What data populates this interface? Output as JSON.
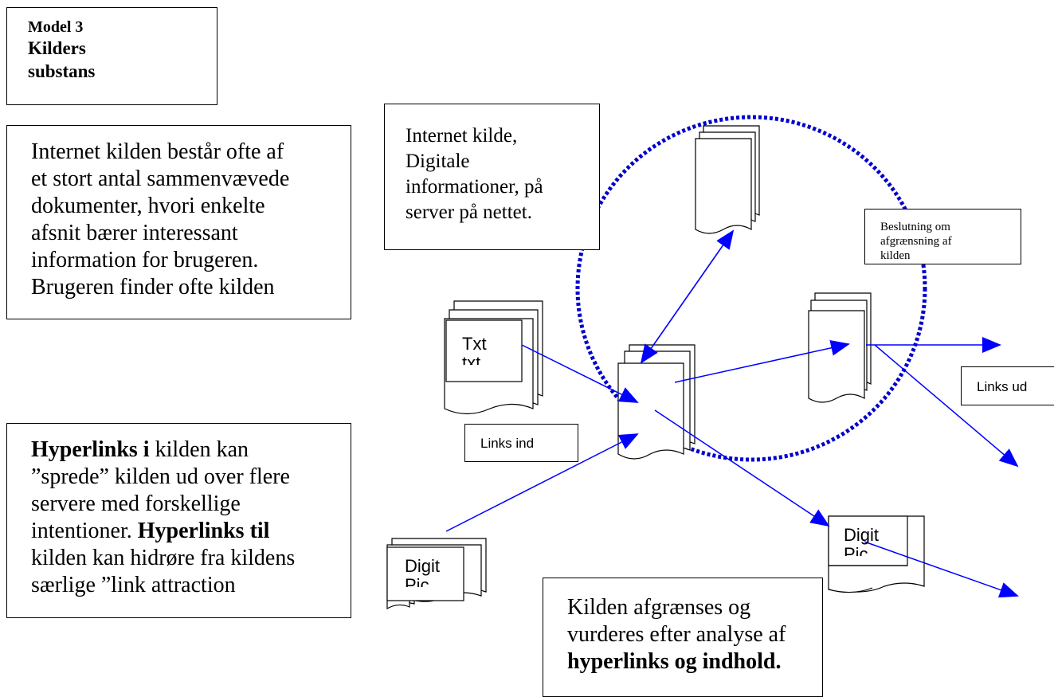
{
  "title": {
    "line1": "Model 3",
    "line2": "Kilders",
    "line3": "substans"
  },
  "description": {
    "lines": [
      "Internet kilden består ofte af",
      "et stort antal sammenvævede",
      "dokumenter, hvori enkelte",
      "afsnit bærer interessant",
      "information for brugeren.",
      "Brugeren finder ofte kilden"
    ]
  },
  "hyperlinks_note": {
    "bold1": "Hyperlinks i",
    "text1": " kilden kan",
    "line2": "”sprede” kilden ud over flere",
    "line3": "servere  med forskellige",
    "line4_text": "intentioner. ",
    "line4_bold": "Hyperlinks til",
    "line5": "kilden kan hidrøre fra kildens",
    "line6": "særlige ”link attraction"
  },
  "internet_source": {
    "lines": [
      "Internet kilde,",
      "Digitale",
      "informationer, på",
      "server på nettet."
    ]
  },
  "decision": {
    "lines": [
      "Beslutning om",
      "afgrænsning af",
      "kilden"
    ]
  },
  "links_in": "Links ind",
  "links_out": "Links ud",
  "conclusion": {
    "line1": "Kilden afgrænses og",
    "line2": "vurderes efter analyse af",
    "line3": "hyperlinks og indhold."
  },
  "documents": {
    "txt_doc": {
      "line1": "Txt",
      "line2": "txt"
    },
    "digit_pic_left": {
      "line1": "Digit",
      "line2": "Pic"
    },
    "digit_pic_right": {
      "line1": "Digit",
      "line2": "Pic"
    }
  },
  "colors": {
    "arrow": "#0000ff",
    "dotted_circle": "#0000cc",
    "stroke": "#000000"
  }
}
